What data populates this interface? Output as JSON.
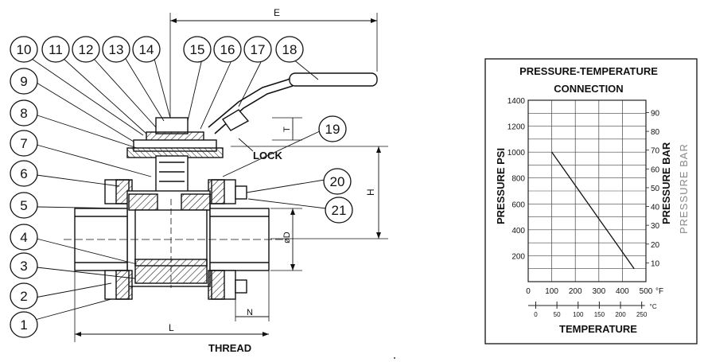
{
  "drawing": {
    "callouts": [
      "1",
      "2",
      "3",
      "4",
      "5",
      "6",
      "7",
      "8",
      "9",
      "10",
      "11",
      "12",
      "13",
      "14",
      "15",
      "16",
      "17",
      "18",
      "19",
      "20",
      "21"
    ],
    "dimensions": {
      "E": "E",
      "T": "T",
      "H": "H",
      "D": "øD",
      "N": "N",
      "L": "L"
    },
    "lock_label": "LOCK",
    "thread_label": "THREAD"
  },
  "chart": {
    "title_line1": "PRESSURE-TEMPERATURE",
    "title_line2": "CONNECTION",
    "left_axis_label": "PRESSURE PSI",
    "right_axis_label": "PRESSURE BAR",
    "right_axis_label_ghost": "PRESSURE BAR",
    "bottom_label": "TEMPERATURE",
    "fahrenheit_unit": "°F",
    "celsius_unit": "°C"
  },
  "chart_data": {
    "type": "line",
    "title": "PRESSURE-TEMPERATURE CONNECTION",
    "xlabel": "TEMPERATURE",
    "ylabel": "PRESSURE PSI",
    "y2label": "PRESSURE BAR",
    "x_ticks_f": [
      "0",
      "100",
      "200",
      "300",
      "400",
      "500"
    ],
    "x_ticks_c": [
      "0",
      "50",
      "100",
      "150",
      "200",
      "250"
    ],
    "y_ticks_psi": [
      "200",
      "400",
      "600",
      "800",
      "1000",
      "1200",
      "1400"
    ],
    "y_ticks_bar": [
      "10",
      "20",
      "30",
      "40",
      "50",
      "60",
      "70",
      "80",
      "90"
    ],
    "xlim": [
      0,
      500
    ],
    "ylim": [
      0,
      1400
    ],
    "grid": true,
    "series": [
      {
        "x": [
          100,
          450
        ],
        "y": [
          1000,
          100
        ]
      }
    ]
  }
}
